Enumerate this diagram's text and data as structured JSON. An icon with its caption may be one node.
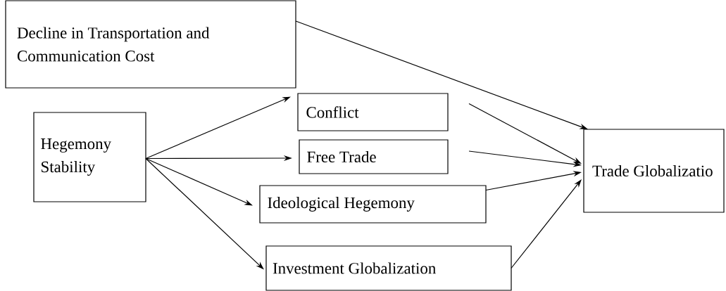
{
  "diagram": {
    "nodes": [
      {
        "text": [
          "Decline in Transportation and Communication Cost"
        ]
      },
      {
        "text": [
          "Hegemony Stability"
        ]
      },
      {
        "text": [
          "Conflict"
        ]
      },
      {
        "text": [
          "Free Trade"
        ]
      },
      {
        "text": [
          "Ideological Hegemony"
        ]
      },
      {
        "text": [
          "Investment Globalization"
        ]
      },
      {
        "text": [
          "Trade Globalizatio"
        ]
      }
    ],
    "edges": [
      {
        "from": 0,
        "to": 6,
        "arrow": "to"
      },
      {
        "from": 1,
        "to": 2,
        "arrow": "to"
      },
      {
        "from": 1,
        "to": 3,
        "arrow": "to"
      },
      {
        "from": 1,
        "to": 4,
        "arrow": "to"
      },
      {
        "from": 1,
        "to": 5,
        "arrow": "to"
      },
      {
        "from": 2,
        "to": 6,
        "arrow": "to"
      },
      {
        "from": 3,
        "to": 6,
        "arrow": "to"
      },
      {
        "from": 4,
        "to": 6,
        "arrow": "to"
      },
      {
        "from": 5,
        "to": 6,
        "arrow": "to"
      }
    ]
  }
}
